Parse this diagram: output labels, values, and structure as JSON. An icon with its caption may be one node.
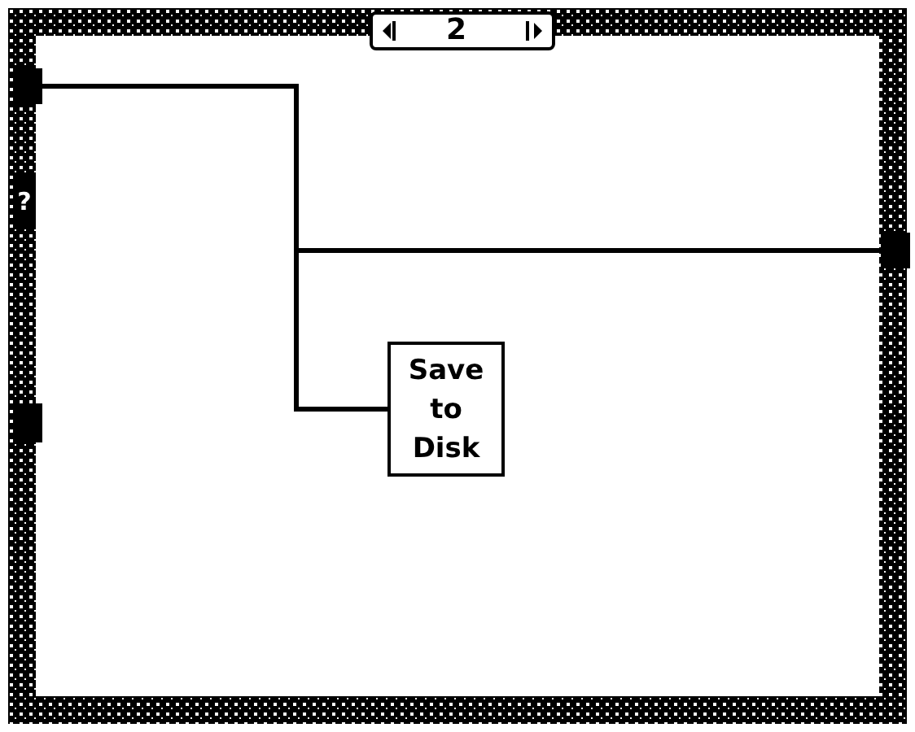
{
  "diagram": {
    "nodes": [
      {
        "text": [
          "2"
        ]
      },
      {
        "text": [],
        "shape": "box",
        "in": 0
      },
      {
        "text": [],
        "shape": "box",
        "in": 0
      },
      {
        "text": [
          "Save to Disk"
        ],
        "in": 0
      },
      {
        "text": [],
        "shape": "box",
        "in": 0
      }
    ],
    "edges": [
      {
        "from": 1,
        "to": 3,
        "arrow": "none"
      },
      {
        "from": 1,
        "to": 2,
        "arrow": "none"
      }
    ],
    "labels": [
      "?"
    ]
  }
}
